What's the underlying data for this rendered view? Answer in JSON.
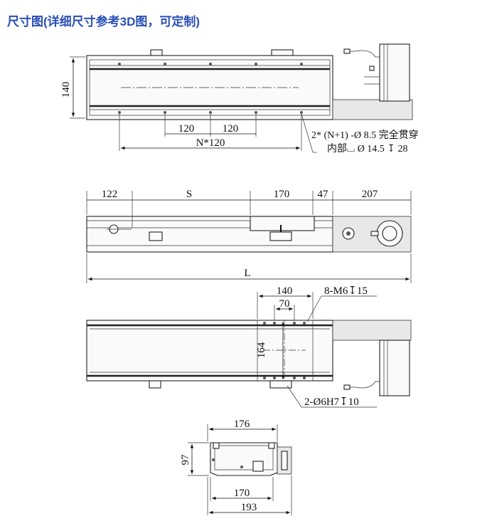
{
  "title": "尺寸图(详细尺寸参考3D图，可定制)",
  "view1": {
    "h140": "140",
    "d120a": "120",
    "d120b": "120",
    "dN": "N*120",
    "note1": "2* (N+1) -Ø 8.5 完全贯穿",
    "note2": "内部⌴ Ø 14.5 ↧ 28"
  },
  "view2": {
    "d122": "122",
    "dS": "S",
    "d170": "170",
    "d47": "47",
    "d207": "207",
    "dL": "L"
  },
  "view3": {
    "d140": "140",
    "d70": "70",
    "thread": "8-M6↧15",
    "d164": "164",
    "pin": "2-Ø6H7↧10"
  },
  "view4": {
    "d176": "176",
    "d97": "97",
    "d170": "170",
    "d193": "193"
  }
}
